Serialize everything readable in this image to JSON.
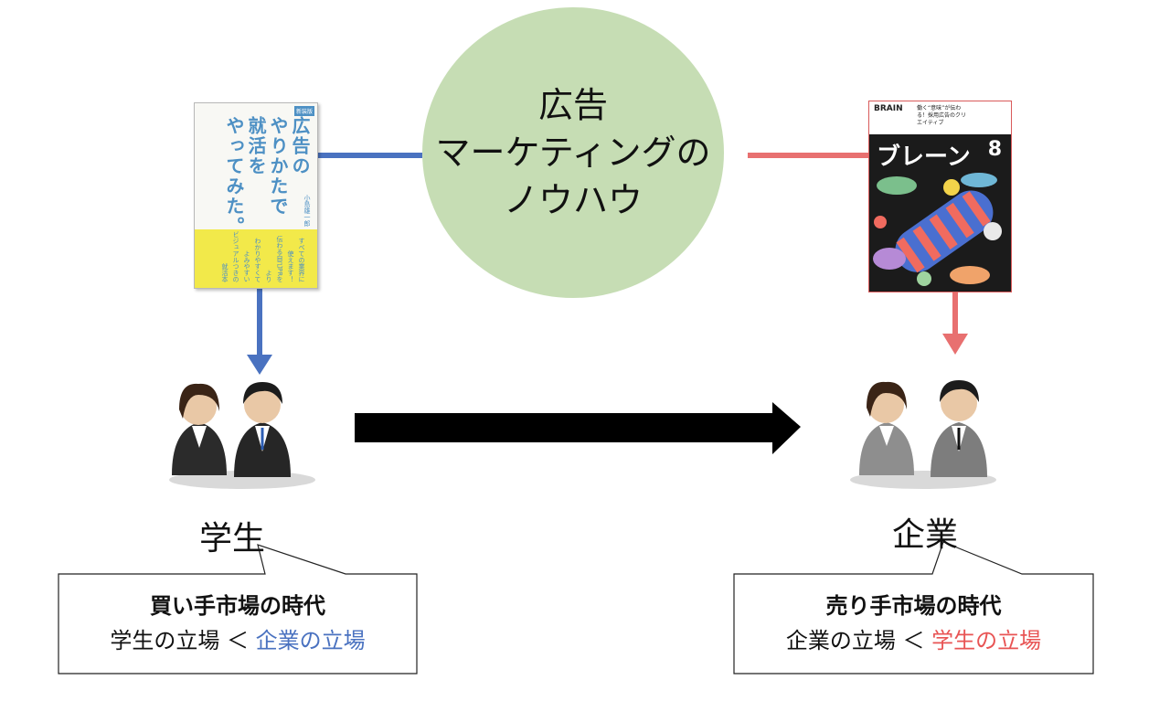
{
  "center_circle": {
    "line1": "広告",
    "line2": "マーケティングの",
    "line3": "ノウハウ"
  },
  "left_book": {
    "badge": "新装版",
    "title_col1": "広告の",
    "title_col2": "やりかたで",
    "title_col3": "就活を",
    "title_col4": "やってみた。",
    "author": "小島雄一郎",
    "yellow_col1": "すべての業界に",
    "yellow_col2": "使えます！",
    "yellow_col3": "伝わる自己PRを",
    "yellow_col4": "より",
    "yellow_col5": "わかりやすくて",
    "yellow_col6": "よみやすい",
    "yellow_col7": "ビジュアルつきの",
    "yellow_col8": "就活本"
  },
  "right_book": {
    "header_left": "BRAIN",
    "header_text": "働く“意味”が伝わる！採用広告のクリエイティブ",
    "title": "ブレーン",
    "issue": "8"
  },
  "left_group": {
    "label": "学生",
    "bubble_line1": "買い手市場の時代",
    "bubble_line2_plain": "学生の立場 ＜ ",
    "bubble_line2_colored": "企業の立場"
  },
  "right_group": {
    "label": "企業",
    "bubble_line1": "売り手市場の時代",
    "bubble_line2_plain": "企業の立場 ＜ ",
    "bubble_line2_colored": "学生の立場"
  },
  "colors": {
    "blue": "#4a72c0",
    "red": "#e87070",
    "circle": "#c6ddb4",
    "arrow": "#000000"
  }
}
